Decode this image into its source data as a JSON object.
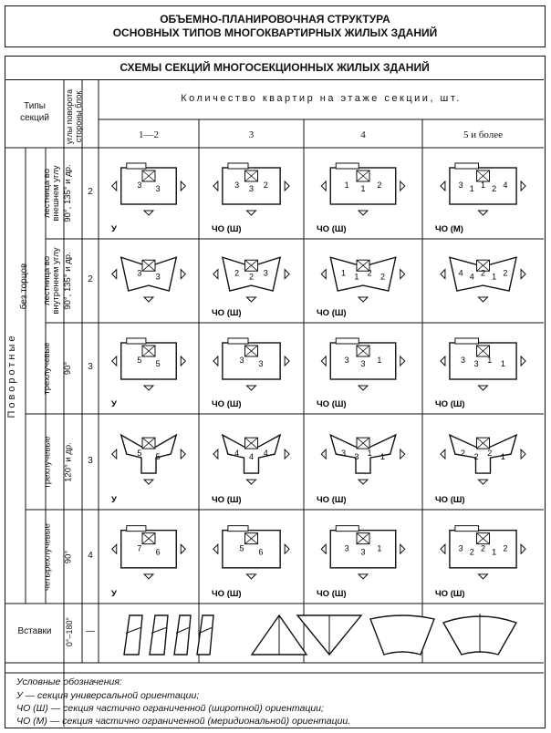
{
  "title": {
    "line1": "ОБЪЕМНО-ПЛАНИРОВОЧНАЯ СТРУКТУРА",
    "line2": "ОСНОВНЫХ ТИПОВ МНОГОКВАРТИРНЫХ ЖИЛЫХ ЗДАНИЙ"
  },
  "table": {
    "caption": "СХЕМЫ СЕКЦИЙ МНОГОСЕКЦИОННЫХ ЖИЛЫХ ЗДАНИЙ",
    "header": {
      "types_label_1": "Типы",
      "types_label_2": "секций",
      "angles_label_1": "углы поворота",
      "angles_label_2": "стороны блок",
      "apartments_label": "Количество квартир на этаже секции, шт.",
      "columns": [
        "1—2",
        "3",
        "4",
        "5 и более"
      ]
    },
    "group_label": "Поворотные",
    "subgroup_label": "без торцов",
    "rows": [
      {
        "type": "лестница во внешнем углу",
        "angle": "90°, 135° и др.",
        "sides": "2",
        "cells": [
          {
            "nums": [
              "3",
              "3"
            ],
            "tag": "У"
          },
          {
            "nums": [
              "3",
              "3",
              "2"
            ],
            "tag": "ЧО (Ш)"
          },
          {
            "nums": [
              "1",
              "1",
              "2"
            ],
            "tag": "ЧО (Ш)"
          },
          {
            "nums": [
              "3",
              "1",
              "1",
              "2",
              "4"
            ],
            "tag": "ЧО (М)"
          }
        ]
      },
      {
        "type": "лестница во внутреннем углу",
        "angle": "90°, 135° и др.",
        "sides": "2",
        "cells": [
          {
            "nums": [
              "3",
              "3"
            ],
            "tag": ""
          },
          {
            "nums": [
              "2",
              "2",
              "3"
            ],
            "tag": "ЧО (Ш)"
          },
          {
            "nums": [
              "1",
              "1",
              "2",
              "2"
            ],
            "tag": "ЧО (Ш)"
          },
          {
            "nums": [
              "4",
              "4",
              "2",
              "1",
              "2"
            ],
            "tag": ""
          }
        ]
      },
      {
        "type": "трехлучевые",
        "angle": "90°",
        "sides": "3",
        "cells": [
          {
            "nums": [
              "5",
              "5"
            ],
            "tag": "У"
          },
          {
            "nums": [
              "3",
              "3"
            ],
            "tag": "ЧО (Ш)"
          },
          {
            "nums": [
              "3",
              "3",
              "1"
            ],
            "tag": "ЧО (Ш)"
          },
          {
            "nums": [
              "3",
              "3",
              "1",
              "1"
            ],
            "tag": "ЧО (Ш)"
          }
        ]
      },
      {
        "type": "трехлучевые",
        "angle": "120° и др.",
        "sides": "3",
        "cells": [
          {
            "nums": [
              "5",
              "5"
            ],
            "tag": "У"
          },
          {
            "nums": [
              "4",
              "4",
              "4"
            ],
            "tag": "ЧО (Ш)"
          },
          {
            "nums": [
              "3",
              "3",
              "1",
              "1"
            ],
            "tag": "ЧО (Ш)"
          },
          {
            "nums": [
              "2",
              "2",
              "2",
              "1"
            ],
            "tag": "ЧО (Ш)"
          }
        ]
      },
      {
        "type": "четырехлучевые",
        "angle": "90°",
        "sides": "4",
        "cells": [
          {
            "nums": [
              "7",
              "6"
            ],
            "tag": "У"
          },
          {
            "nums": [
              "5",
              "6"
            ],
            "tag": "ЧО (Ш)"
          },
          {
            "nums": [
              "3",
              "3",
              "1"
            ],
            "tag": "ЧО (Ш)"
          },
          {
            "nums": [
              "3",
              "2",
              "2",
              "1",
              "2"
            ],
            "tag": "ЧО (Ш)"
          }
        ]
      }
    ],
    "inserts": {
      "label": "Вставки",
      "angle": "0°–180°",
      "sides": "—"
    }
  },
  "legend": {
    "heading": "Условные обозначения:",
    "items": [
      "У — секция универсальной ориентации;",
      "ЧО (Ш) — секция частично ограниченной (широтной)  ориентации;",
      "ЧО (М) — секция частично ограниченной (меридиональной)  ориентации."
    ]
  }
}
